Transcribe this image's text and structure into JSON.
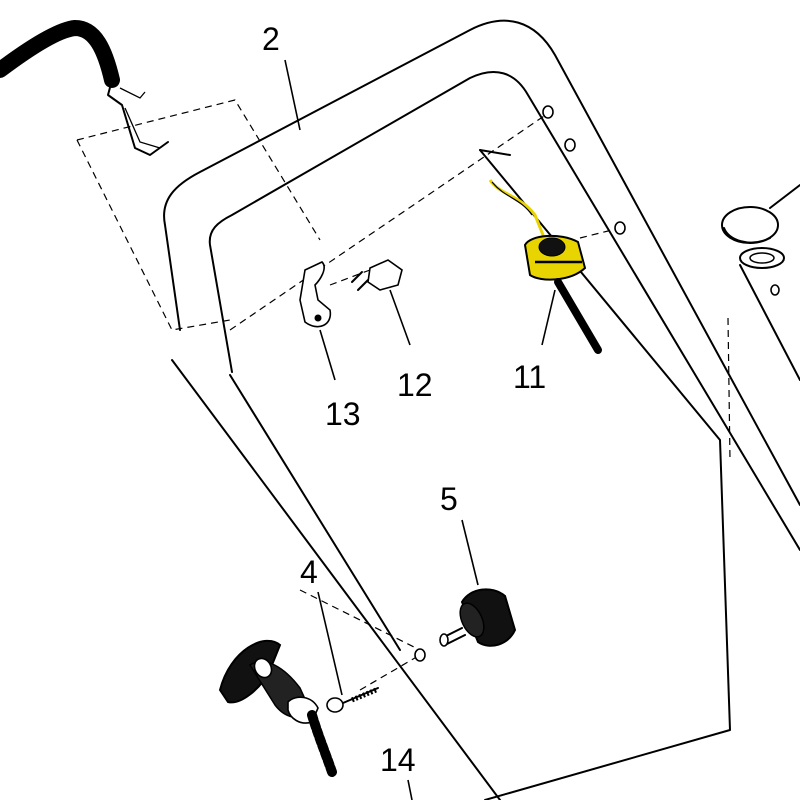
{
  "callouts": {
    "c2": "2",
    "c11": "11",
    "c12": "12",
    "c13": "13",
    "c5": "5",
    "c4": "4",
    "c14": "14"
  },
  "colors": {
    "line": "#000000",
    "background": "#ffffff",
    "highlight": "#e8d400"
  }
}
